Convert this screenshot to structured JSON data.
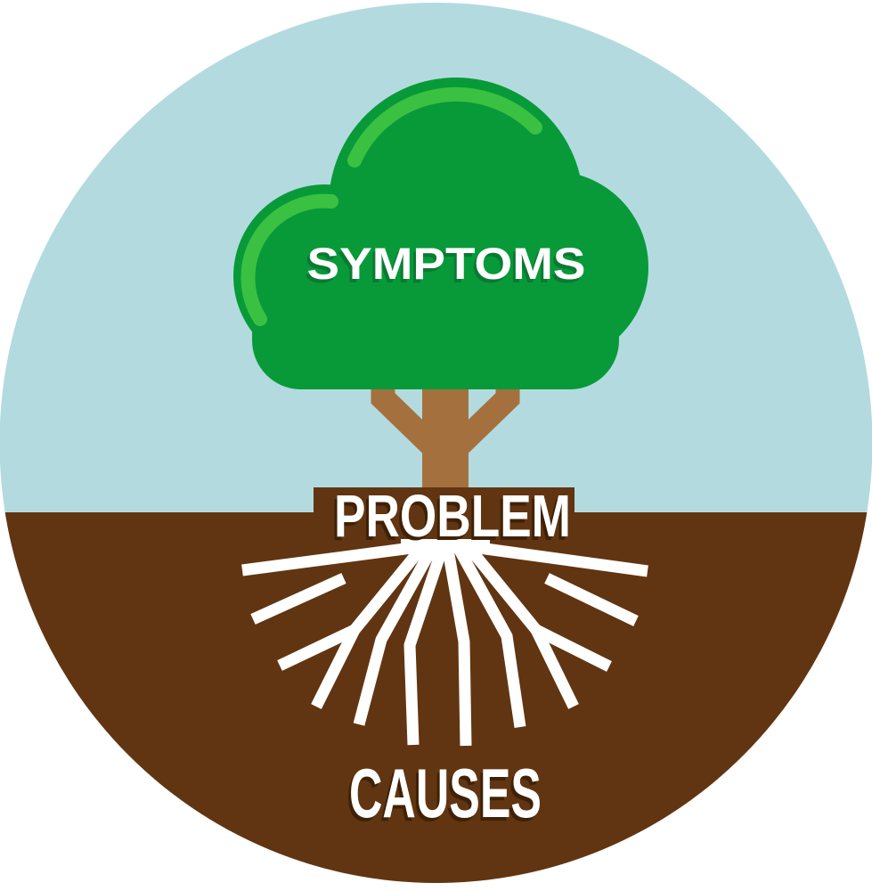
{
  "illustration": {
    "title": "problem-symptoms-causes tree diagram",
    "labels": {
      "symptoms": "SYMPTOMS",
      "problem": "PROBLEM",
      "causes": "CAUSES"
    },
    "colors": {
      "outside": "#ffffff",
      "sky": "#b3dbdf",
      "canopy": "#089a39",
      "canopy_highlight": "#3ac142",
      "canopy_text_shadow": "#0a7a33",
      "trunk": "#a4713e",
      "soil": "#613511",
      "soil_text_shadow": "#3e2106",
      "roots_and_text": "#ffffff"
    }
  }
}
